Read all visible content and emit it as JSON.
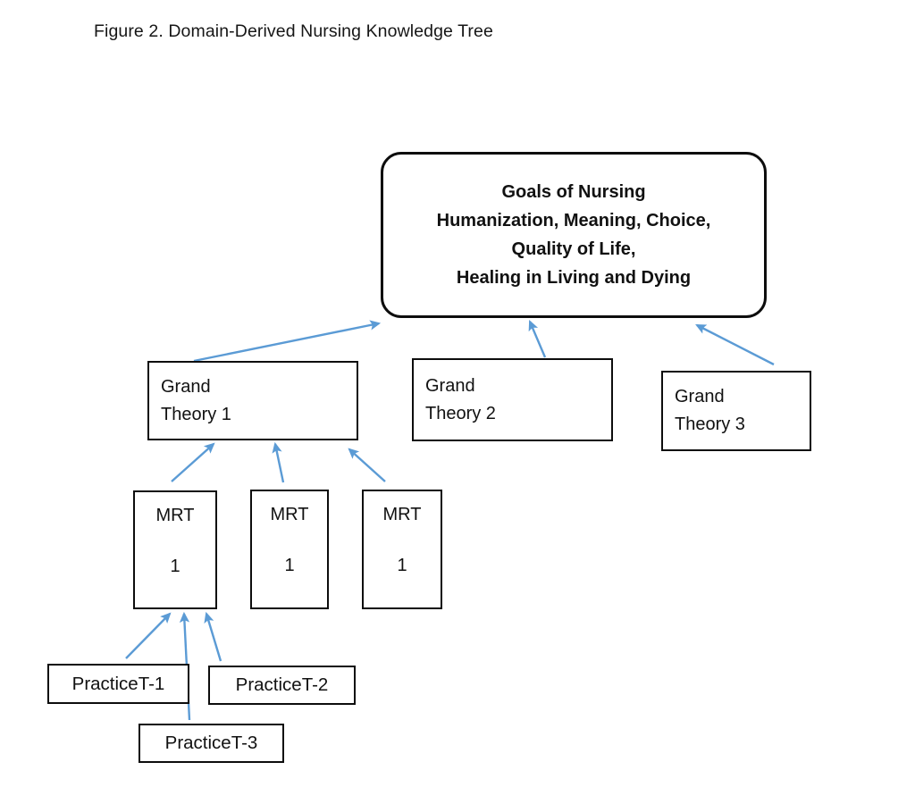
{
  "figure": {
    "title": "Figure 2. Domain-Derived Nursing Knowledge Tree",
    "arrow_color": "#5B9BD5",
    "box_border_color": "#0D0D0D",
    "background_color": "#FFFFFF"
  },
  "nodes": {
    "goals": {
      "lines": [
        "Goals of Nursing",
        "Humanization, Meaning, Choice,",
        "Quality of Life,",
        "Healing in Living and Dying"
      ]
    },
    "grand_theory_1": {
      "lines": [
        "Grand",
        "Theory 1"
      ]
    },
    "grand_theory_2": {
      "lines": [
        "Grand",
        "Theory 2"
      ]
    },
    "grand_theory_3": {
      "lines": [
        "Grand",
        "Theory 3"
      ]
    },
    "mrt_1": {
      "lines": [
        "MRT",
        "1"
      ]
    },
    "mrt_2": {
      "lines": [
        "MRT",
        "1"
      ]
    },
    "mrt_3": {
      "lines": [
        "MRT",
        "1"
      ]
    },
    "practice_1": {
      "lines": [
        "PracticeT-1"
      ]
    },
    "practice_2": {
      "lines": [
        "PracticeT-2"
      ]
    },
    "practice_3": {
      "lines": [
        "PracticeT-3"
      ]
    }
  },
  "edges": [
    {
      "from": "grand_theory_1",
      "to": "goals"
    },
    {
      "from": "grand_theory_2",
      "to": "goals"
    },
    {
      "from": "grand_theory_3",
      "to": "goals"
    },
    {
      "from": "mrt_1",
      "to": "grand_theory_1"
    },
    {
      "from": "mrt_2",
      "to": "grand_theory_1"
    },
    {
      "from": "mrt_3",
      "to": "grand_theory_1"
    },
    {
      "from": "practice_1",
      "to": "mrt_1"
    },
    {
      "from": "practice_3",
      "to": "mrt_1"
    },
    {
      "from": "practice_2",
      "to": "mrt_1"
    }
  ]
}
